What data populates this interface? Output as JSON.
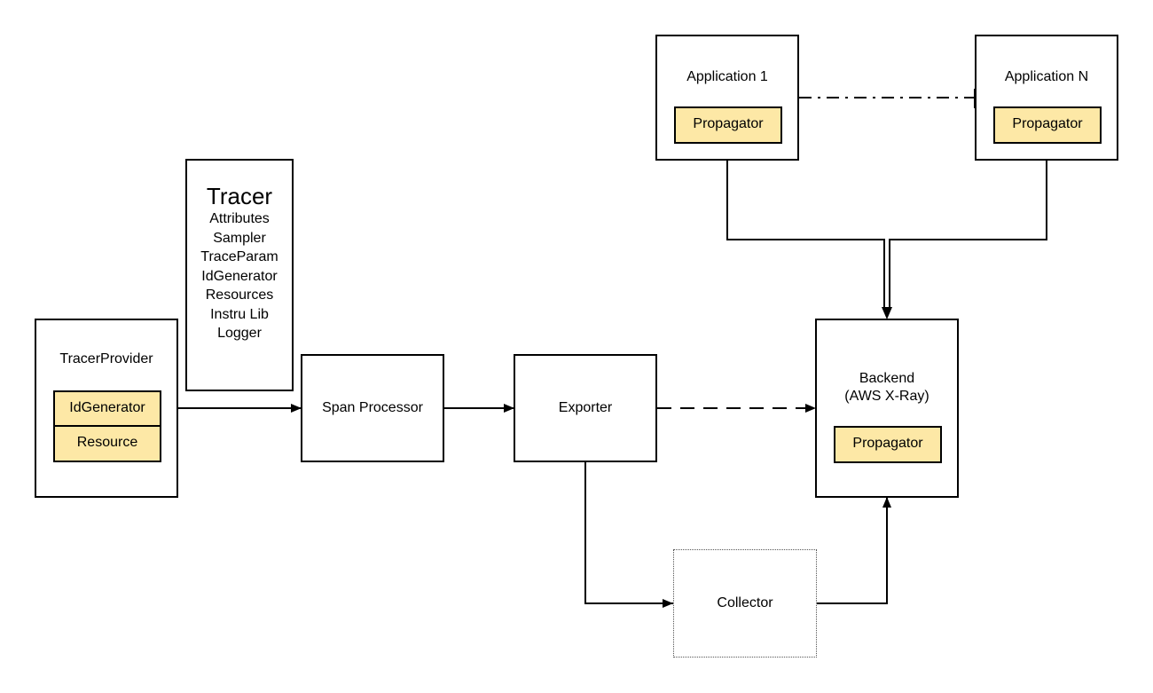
{
  "tracer_provider": {
    "title": "TracerProvider",
    "components": [
      "IdGenerator",
      "Resource"
    ]
  },
  "tracer": {
    "title": "Tracer",
    "items": [
      "Attributes",
      "Sampler",
      "TraceParam",
      "IdGenerator",
      "Resources",
      "Instru Lib",
      "Logger"
    ]
  },
  "span_processor": {
    "title": "Span Processor"
  },
  "exporter": {
    "title": "Exporter"
  },
  "collector": {
    "title": "Collector"
  },
  "backend": {
    "title": "Backend",
    "subtitle": "(AWS X-Ray)",
    "component": "Propagator"
  },
  "application_1": {
    "title": "Application 1",
    "component": "Propagator"
  },
  "application_n": {
    "title": "Application N",
    "component": "Propagator"
  },
  "colors": {
    "component_fill": "#fde8a6",
    "stroke": "#000000"
  }
}
